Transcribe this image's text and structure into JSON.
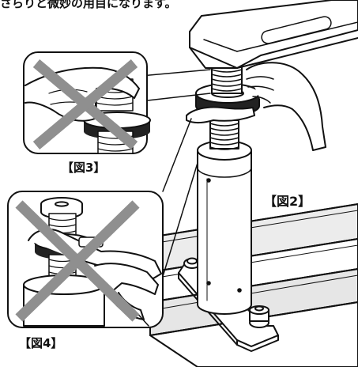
{
  "caption_text": "さらりと微妙の用目になります。",
  "figure_labels": {
    "fig2": "【図2】",
    "fig3": "【図3】",
    "fig4": "【図4】"
  },
  "colors": {
    "line": "#111111",
    "fill": "#ffffff",
    "rail_shade": "#d9d9d9",
    "prohibition_x": "#8f8f8f"
  }
}
